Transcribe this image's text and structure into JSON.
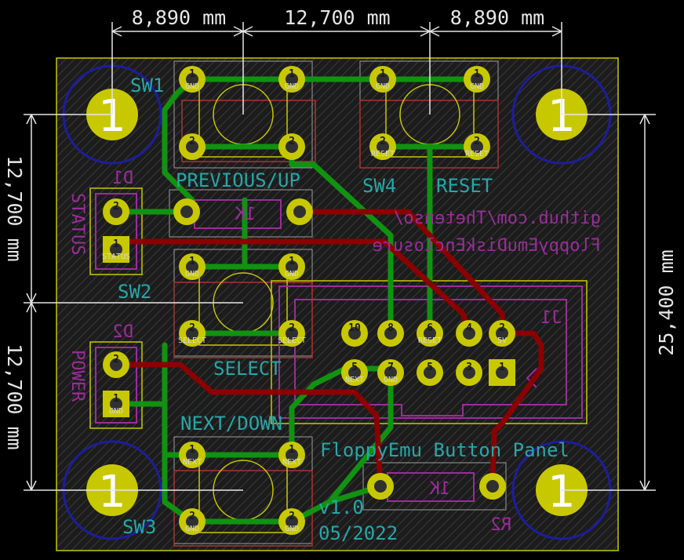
{
  "dimensions": {
    "top_left": "8,890 mm",
    "top_middle": "12,700 mm",
    "top_right": "8,890 mm",
    "left_upper": "12,700 mm",
    "left_lower": "12,700 mm",
    "right": "25,400 mm"
  },
  "silkscreen": {
    "sw1": "SW1",
    "sw2": "SW2",
    "sw3": "SW3",
    "sw4": "SW4",
    "previous_up": "PREVIOUS/UP",
    "reset": "RESET",
    "select": "SELECT",
    "next_down": "NEXT/DOWN",
    "title": "FloppyEmu Button Panel",
    "version": "v1.0",
    "date": "05/2022",
    "github_line1": "github.com/Thetenso/",
    "github_line2": "FloppyEmuDiskEnclosure"
  },
  "references": {
    "d1": "D1",
    "d2": "D2",
    "status": "STATUS",
    "power": "POWER",
    "j1": "J1",
    "r2": "R2",
    "r_value_top": "1K",
    "r_value_bottom": "1K"
  },
  "mounting_holes": {
    "label": "1"
  },
  "pads": {
    "one": "1",
    "two": "2",
    "gnd": "GND",
    "select": "SELECT",
    "next": "NEXT",
    "reset": "RESET",
    "status": "STATUS",
    "five": "5",
    "six": "6",
    "seven": "7",
    "eight": "8",
    "ten": "10",
    "three": "3",
    "four": "4",
    "v5": "5V"
  },
  "colors": {
    "background": "#000000",
    "board_fill": "#202020",
    "copper_front": "#8b0000",
    "copper_back": "#119211",
    "pad": "#c8c800",
    "silk": "#26a7a8",
    "courtyard": "#9a2d9a",
    "mount_ring": "#1d1d9c",
    "edge": "#c8c800"
  }
}
